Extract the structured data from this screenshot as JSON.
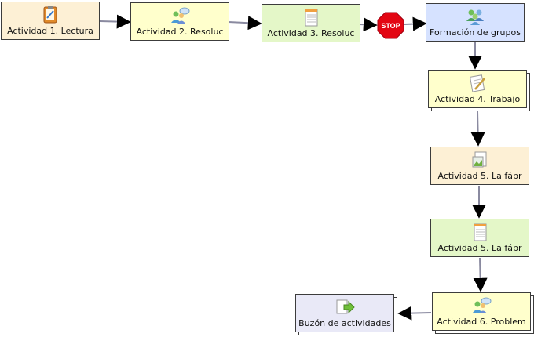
{
  "colors": {
    "cream": "#fdf0d5",
    "yellow": "#ffffcc",
    "green": "#e4f7c8",
    "blue": "#d6e2ff",
    "lavender": "#e9e9f7",
    "wire": "#8a8aa0",
    "arrow": "#000000",
    "stop_red": "#e30613"
  },
  "nodes": {
    "act1": {
      "label": "Actividad 1. Lectura",
      "icon": "clipboard-icon"
    },
    "act2": {
      "label": "Actividad 2. Resoluc",
      "icon": "group-chat-icon"
    },
    "act3": {
      "label": "Actividad 3. Resoluc",
      "icon": "notepad-icon"
    },
    "stop": {
      "label": "STOP",
      "icon": "stop-sign-icon"
    },
    "grupos": {
      "label": "Formación de grupos",
      "icon": "users-group-icon"
    },
    "act4": {
      "label": "Actividad 4. Trabajo",
      "icon": "document-pencil-icon"
    },
    "act5a": {
      "label": "Actividad 5. La fábr",
      "icon": "image-document-icon"
    },
    "act5b": {
      "label": "Actividad 5. La fábr",
      "icon": "notepad-icon"
    },
    "act6": {
      "label": "Actividad 6. Problem",
      "icon": "group-chat-icon"
    },
    "buzon": {
      "label": "Buzón de actividades",
      "icon": "submit-box-icon"
    }
  }
}
